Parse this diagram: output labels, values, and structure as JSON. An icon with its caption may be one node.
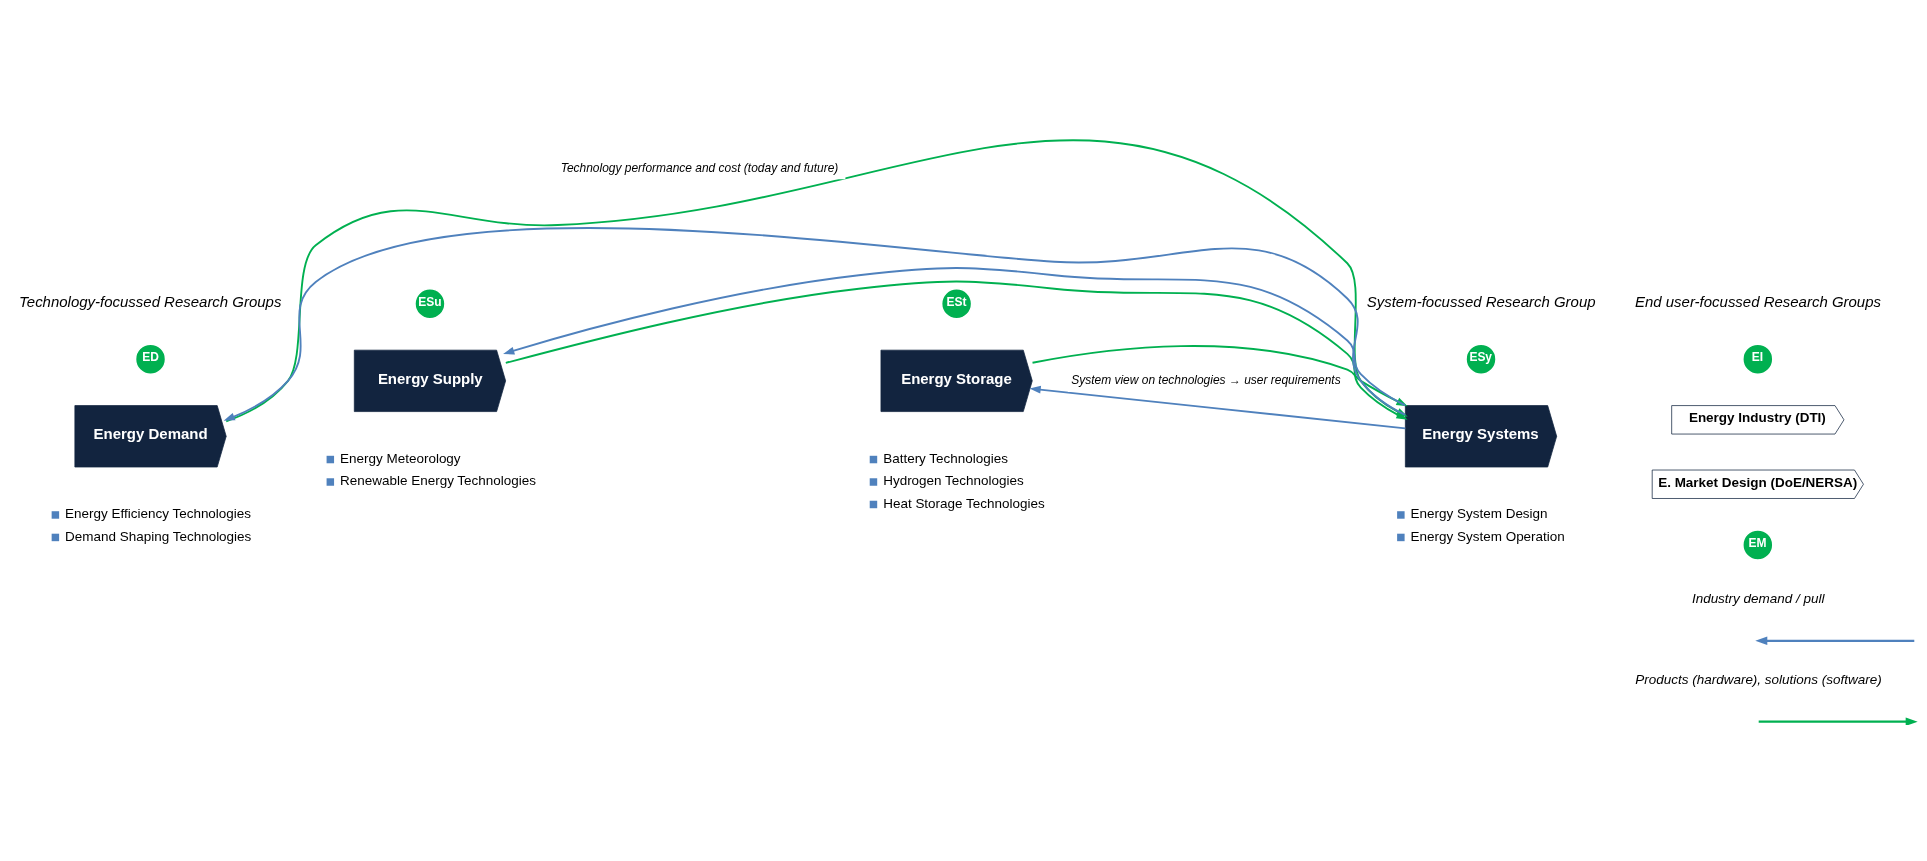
{
  "diagram": {
    "nodes": [
      {
        "text": [
          "ED"
        ]
      },
      {
        "text": [
          "Energy Demand"
        ],
        "beside": [
          "Energy Efficiency Technologies",
          "Demand Shaping Technologies"
        ]
      },
      {
        "text": [
          "ESu"
        ]
      },
      {
        "text": [
          "Energy Supply"
        ],
        "beside": [
          "Energy Meteorology",
          "Renewable Energy Technologies"
        ]
      },
      {
        "text": [
          "ESt"
        ]
      },
      {
        "text": [
          "Energy Storage"
        ],
        "beside": [
          "Battery Technologies",
          "Hydrogen Technologies",
          "Heat Storage Technologies"
        ]
      },
      {
        "text": [
          "ESy"
        ]
      },
      {
        "text": [
          "Energy Systems"
        ],
        "beside": [
          "Energy System Design",
          "Energy System Operation"
        ]
      },
      {
        "text": [
          "EI"
        ]
      },
      {
        "text": [
          "Energy Industry (DTI)"
        ]
      },
      {
        "text": [
          "E. Market Design (DoE/NERSA)"
        ]
      },
      {
        "text": [
          "EM"
        ]
      }
    ],
    "edges": [
      {
        "from": 7,
        "to": 1,
        "arrow": "to",
        "color": "#4f81bd"
      },
      {
        "from": 7,
        "to": 3,
        "arrow": "to",
        "color": "#4f81bd"
      },
      {
        "from": 7,
        "to": 5,
        "arrow": "to",
        "color": "#4f81bd",
        "label": "System view on technologies → user requirements"
      },
      {
        "from": 1,
        "to": 7,
        "arrow": "to",
        "color": "#00b050",
        "label": "Technology performance and cost (today and future)"
      },
      {
        "from": 3,
        "to": 7,
        "arrow": "to",
        "color": "#00b050"
      },
      {
        "from": 5,
        "to": 7,
        "arrow": "to",
        "color": "#00b050"
      }
    ],
    "labels": [
      "Technology-focussed Research Groups",
      "System-focussed Research Group",
      "End user-focussed Research Groups"
    ],
    "legend": [
      {
        "text": "Industry demand / pull"
      },
      {
        "text": "Products (hardware), solutions (software)"
      }
    ]
  }
}
